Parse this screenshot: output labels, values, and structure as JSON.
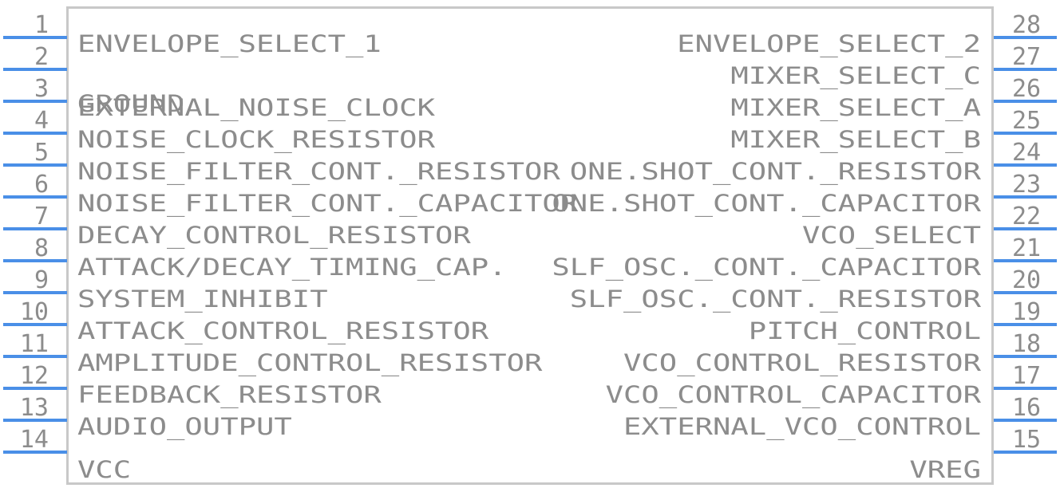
{
  "component": {
    "left_pins": [
      {
        "number": "1",
        "label": "ENVELOPE_SELECT_1"
      },
      {
        "number": "2",
        "label": "GROUND"
      },
      {
        "number": "3",
        "label": "EXTERNAL_NOISE_CLOCK"
      },
      {
        "number": "4",
        "label": "NOISE_CLOCK_RESISTOR"
      },
      {
        "number": "5",
        "label": "NOISE_FILTER_CONT._RESISTOR"
      },
      {
        "number": "6",
        "label": "NOISE_FILTER_CONT._CAPACITOR"
      },
      {
        "number": "7",
        "label": "DECAY_CONTROL_RESISTOR"
      },
      {
        "number": "8",
        "label": "ATTACK/DECAY_TIMING_CAP."
      },
      {
        "number": "9",
        "label": "SYSTEM_INHIBIT"
      },
      {
        "number": "10",
        "label": "ATTACK_CONTROL_RESISTOR"
      },
      {
        "number": "11",
        "label": "AMPLITUDE_CONTROL_RESISTOR"
      },
      {
        "number": "12",
        "label": "FEEDBACK_RESISTOR"
      },
      {
        "number": "13",
        "label": "AUDIO_OUTPUT"
      },
      {
        "number": "14",
        "label": "VCC"
      }
    ],
    "right_pins": [
      {
        "number": "28",
        "label": "ENVELOPE_SELECT_2"
      },
      {
        "number": "27",
        "label": "MIXER_SELECT_C"
      },
      {
        "number": "26",
        "label": "MIXER_SELECT_A"
      },
      {
        "number": "25",
        "label": "MIXER_SELECT_B"
      },
      {
        "number": "24",
        "label": "ONE.SHOT_CONT._RESISTOR"
      },
      {
        "number": "23",
        "label": "ONE.SHOT_CONT._CAPACITOR"
      },
      {
        "number": "22",
        "label": "VCO_SELECT"
      },
      {
        "number": "21",
        "label": "SLF_OSC._CONT._CAPACITOR"
      },
      {
        "number": "20",
        "label": "SLF_OSC._CONT._RESISTOR"
      },
      {
        "number": "19",
        "label": "PITCH_CONTROL"
      },
      {
        "number": "18",
        "label": "VCO_CONTROL_RESISTOR"
      },
      {
        "number": "17",
        "label": "VCO_CONTROL_CAPACITOR"
      },
      {
        "number": "16",
        "label": "EXTERNAL_VCO_CONTROL"
      },
      {
        "number": "15",
        "label": "VREG"
      }
    ]
  },
  "colors": {
    "pin_line": "#4a8fe7",
    "body_outline": "#c8c8c8",
    "text": "#8c8c8c"
  }
}
